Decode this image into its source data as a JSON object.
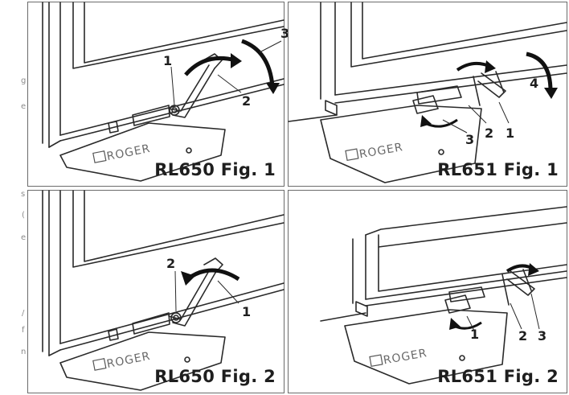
{
  "panels": [
    {
      "caption": "RL650 Fig. 1",
      "brand": "ROGER",
      "labels": [
        "1",
        "2",
        "3"
      ]
    },
    {
      "caption": "RL651 Fig. 1",
      "brand": "ROGER",
      "labels": [
        "4",
        "3",
        "2",
        "1"
      ]
    },
    {
      "caption": "RL650 Fig. 2",
      "brand": "ROGER",
      "labels": [
        "2",
        "1"
      ]
    },
    {
      "caption": "RL651 Fig. 2",
      "brand": "ROGER",
      "labels": [
        "1",
        "2",
        "3"
      ]
    }
  ],
  "edge_text": [
    "g",
    "e",
    "s",
    "(",
    "e",
    "/",
    "f",
    "n"
  ]
}
